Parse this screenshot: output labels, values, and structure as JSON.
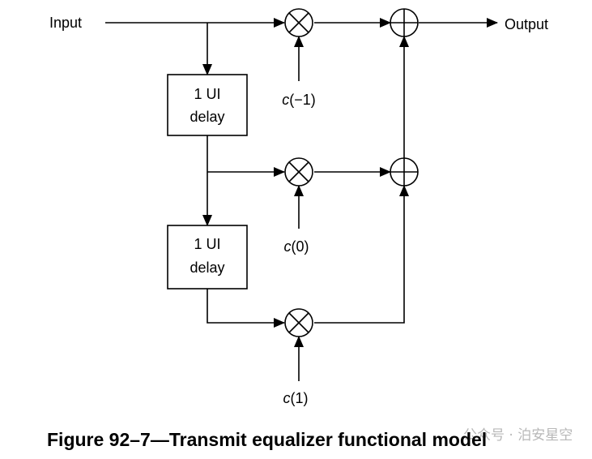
{
  "diagram": {
    "input_label": "Input",
    "output_label": "Output",
    "delay_blocks": [
      {
        "line1": "1 UI",
        "line2": "delay"
      },
      {
        "line1": "1 UI",
        "line2": "delay"
      }
    ],
    "coefficients": [
      {
        "symbol": "c",
        "index": "(−1)"
      },
      {
        "symbol": "c",
        "index": "(0)"
      },
      {
        "symbol": "c",
        "index": "(1)"
      }
    ],
    "multiplier_symbol": "×",
    "adder_symbol": "+",
    "caption": "Figure 92–7—Transmit equalizer functional model",
    "watermark": "公众号 · 泊安星空"
  }
}
